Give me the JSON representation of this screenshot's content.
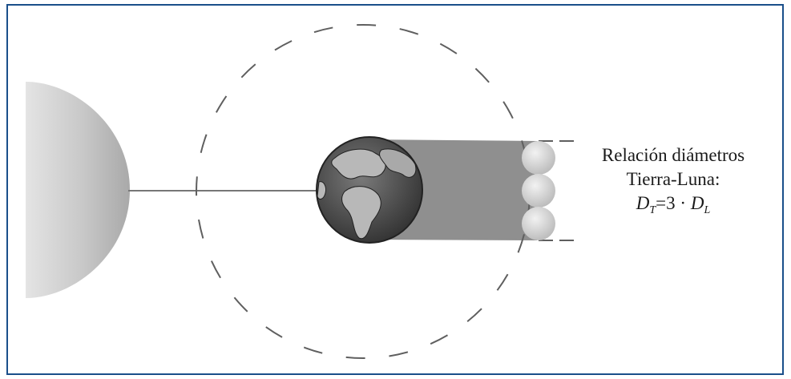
{
  "caption": {
    "line1": "Relación diámetros",
    "line2": "Tierra-Luna:",
    "formula": {
      "lhs_symbol": "D",
      "lhs_subscript": "T",
      "equals": "=",
      "factor": "3",
      "operator": "·",
      "rhs_symbol": "D",
      "rhs_subscript": "L"
    }
  },
  "diagram": {
    "moon_count": 3,
    "colors": {
      "frame": "#1a4f8a",
      "sun": "#c4c4c4",
      "earth_ocean": "#5a5a5a",
      "earth_land": "#b8b8b8",
      "shadow": "#8f8f8f",
      "moon": "#d6d6d6",
      "orbit": "#5f5f5f"
    },
    "icons": [
      "sun-icon",
      "earth-icon",
      "moon-icon"
    ]
  }
}
